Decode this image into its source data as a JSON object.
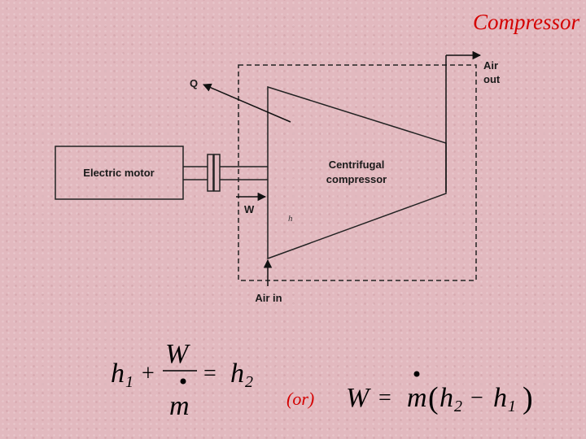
{
  "title": "Compressor",
  "diagram": {
    "motor_label": "Electric motor",
    "compressor_label": [
      "Centrifugal",
      "compressor"
    ],
    "q_label": "Q",
    "w_label": "W",
    "h1_mark": "h",
    "air_in_label": "Air in",
    "air_out_label": [
      "Air",
      "out"
    ]
  },
  "equations": {
    "eq1": {
      "h1": "h",
      "h1_sub": "1",
      "plus": "+",
      "num": "W",
      "den": "m",
      "eq": "=",
      "h2": "h",
      "h2_sub": "2"
    },
    "or": "(or)",
    "eq2": {
      "w": "W",
      "eq": "=",
      "m": "m",
      "lparen": "(",
      "h2": "h",
      "h2_sub": "2",
      "minus": "−",
      "h1": "h",
      "h1_sub": "1",
      "rparen": ")"
    }
  }
}
